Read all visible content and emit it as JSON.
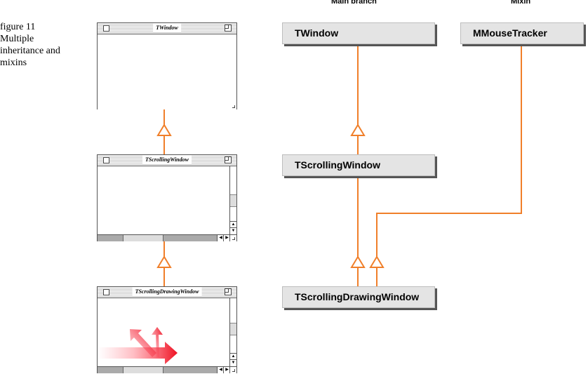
{
  "figure": {
    "caption_lines": [
      "figure 11",
      "Multiple",
      "inheritance and",
      "mixins"
    ]
  },
  "windows": {
    "window1_title": "TWindow",
    "window2_title": "TScrollingWindow",
    "window3_title": "TScrollingDrawingWindow"
  },
  "diagram": {
    "main_branch_label": "Main branch",
    "mixin_label": "Mixin",
    "class_twindow": "TWindow",
    "class_scrolling": "TScrollingWindow",
    "class_drawing": "TScrollingDrawingWindow",
    "class_mouse": "MMouseTracker"
  },
  "colors": {
    "connector": "#f07f2a",
    "box_fill": "#e4e4e4",
    "box_shadow": "#555555",
    "arrow_red": "#ee2233"
  },
  "icons": [
    "close-box-icon",
    "zoom-box-icon",
    "scroll-arrow-icon",
    "grow-box-icon",
    "drawing-arrows-icon"
  ]
}
